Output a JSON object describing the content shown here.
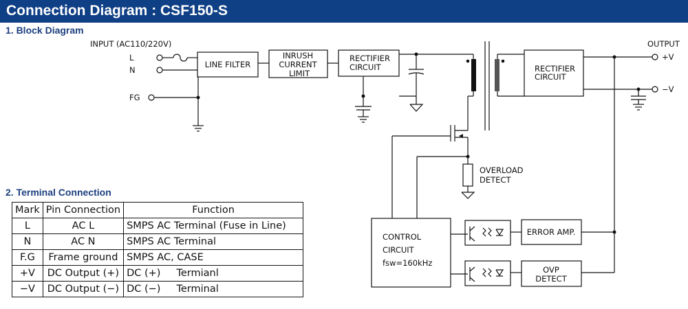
{
  "title": "Connection Diagram : CSF150-S",
  "sections": {
    "block": "1. Block Diagram",
    "terminal": "2. Terminal Connection"
  },
  "diagram": {
    "input_label": "INPUT (AC110/220V)",
    "output_label": "OUTPUT",
    "term_l": "L",
    "term_n": "N",
    "term_fg": "FG",
    "term_pos": "+V",
    "term_neg": "−V",
    "line_filter": "LINE FILTER",
    "inrush": [
      "INRUSH",
      "CURRENT",
      "LIMIT"
    ],
    "rectifier1": [
      "RECTIFIER",
      "CIRCUIT"
    ],
    "rectifier2": [
      "RECTIFIER",
      "CIRCUIT"
    ],
    "overload": [
      "OVERLOAD",
      "DETECT"
    ],
    "control": [
      "CONTROL",
      "CIRCUIT",
      "fsw=160kHz"
    ],
    "error_amp": "ERROR AMP.",
    "ovp": [
      "OVP",
      "DETECT"
    ]
  },
  "table": {
    "headers": [
      "Mark",
      "Pin Connection",
      "Function"
    ],
    "rows": [
      [
        "L",
        "AC L",
        "SMPS AC Terminal (Fuse in Line)"
      ],
      [
        "N",
        "AC N",
        "SMPS AC Terminal"
      ],
      [
        "F.G",
        "Frame ground",
        "SMPS AC, CASE"
      ],
      [
        "+V",
        "DC Output (+)",
        "DC (+)     Termianl"
      ],
      [
        "−V",
        "DC Output (−)",
        "DC (−)     Terminal"
      ]
    ]
  }
}
